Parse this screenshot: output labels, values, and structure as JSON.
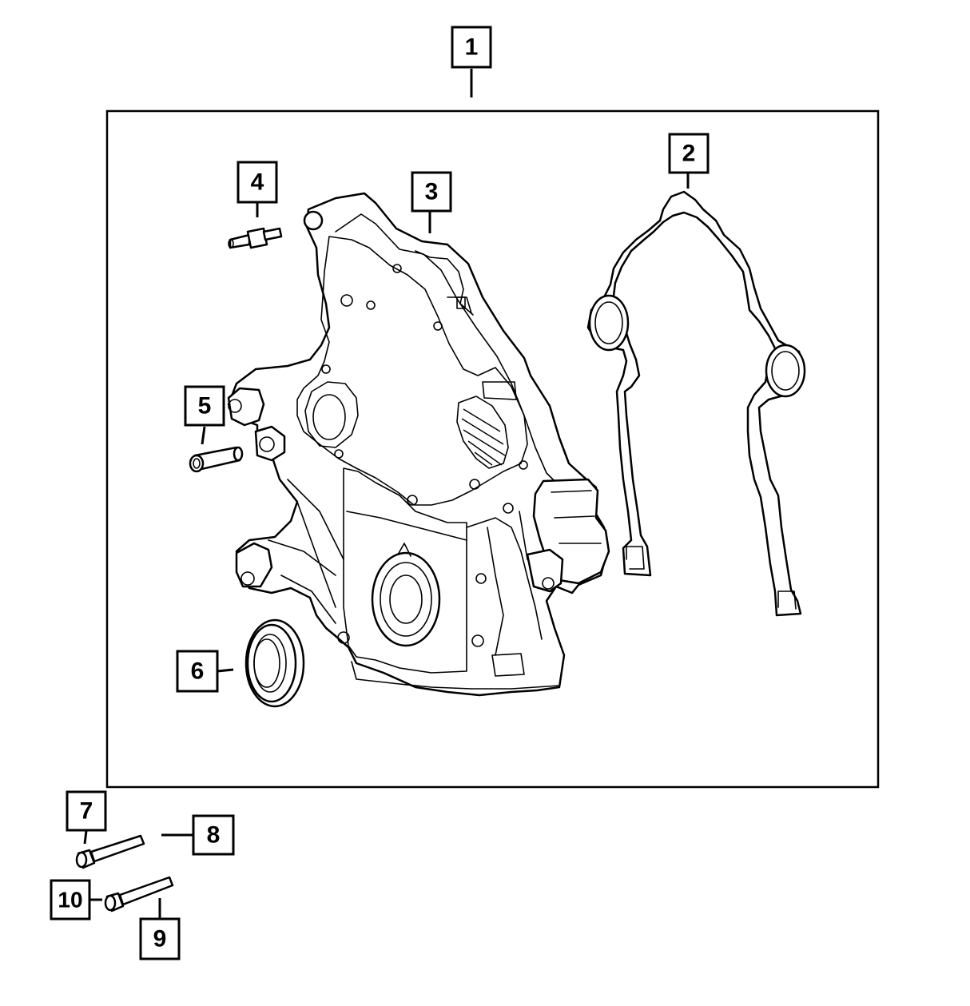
{
  "callouts": {
    "c1": "1",
    "c2": "2",
    "c3": "3",
    "c4": "4",
    "c5": "5",
    "c6": "6",
    "c7": "7",
    "c8": "8",
    "c9": "9",
    "c10": "10"
  },
  "icons": {
    "kit_frame": "kit-boundary-frame",
    "gasket": "timing-cover-gasket-icon",
    "cover": "timing-chain-cover-icon",
    "stud": "stud-icon",
    "dowel": "dowel-pin-icon",
    "seal": "crankshaft-seal-icon",
    "bolt": "bolt-icon"
  },
  "colors": {
    "line": "#000000",
    "background": "#ffffff"
  }
}
